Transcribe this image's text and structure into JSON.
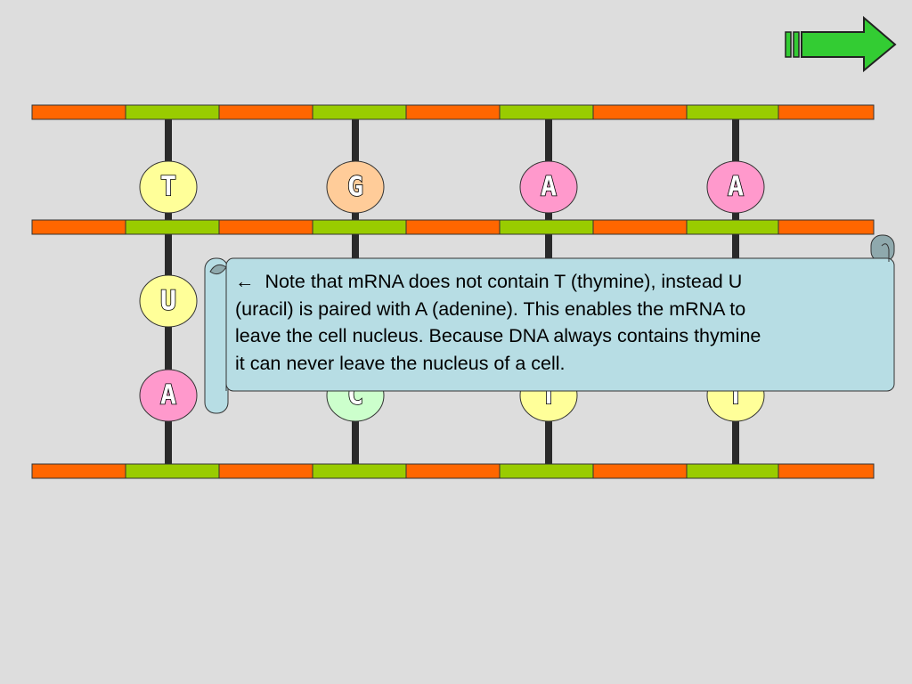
{
  "diagram": {
    "colors": {
      "background": "#dddddd",
      "backbone_orange": "#ff6600",
      "backbone_green": "#99cc00",
      "connector": "#2a2a2a",
      "base_T": "#ffff99",
      "base_G": "#ffcc99",
      "base_A": "#ff99cc",
      "base_U": "#ffff99",
      "base_C": "#ccffcc",
      "scroll_fill": "#b7dde4",
      "arrow_fill": "#33cc33"
    },
    "dna_top_bases": [
      "T",
      "G",
      "A",
      "A"
    ],
    "mrna_bases": [
      "U"
    ],
    "dna_bottom_bases": [
      "A",
      "C",
      "T",
      "T"
    ]
  },
  "note": {
    "arrow_glyph": "",
    "text": "Note that mRNA does not contain T (thymine), instead U\n(uracil) is paired with A (adenine).  This enables the mRNA to\nleave the cell nucleus. Because DNA always contains thymine\nit can never leave the nucleus of a cell."
  },
  "navigation": {
    "next_icon": "right-arrow-icon"
  }
}
